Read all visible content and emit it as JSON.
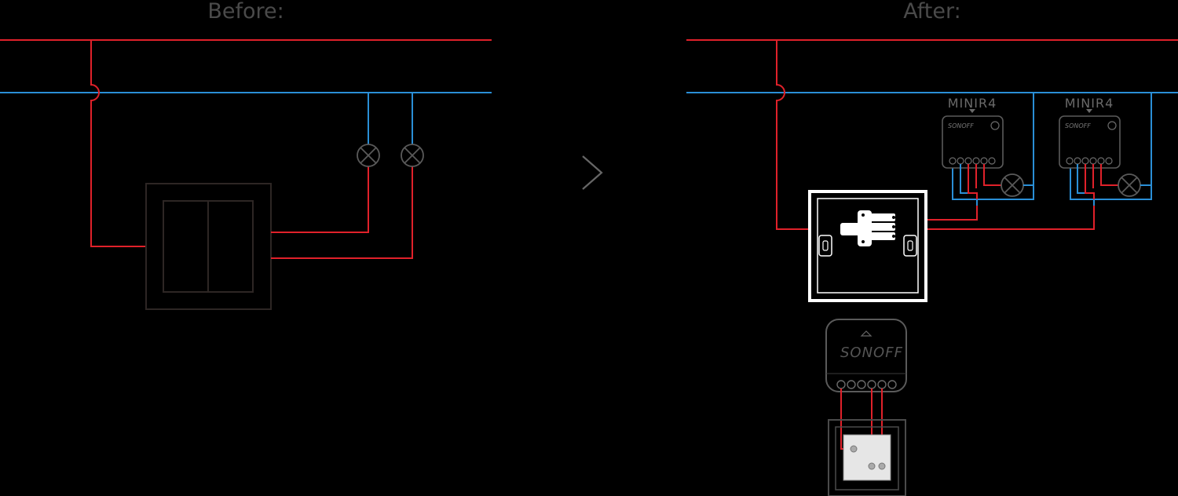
{
  "before": {
    "heading": "Before:"
  },
  "after": {
    "heading": "After:",
    "modules": [
      {
        "label": "MINIR4",
        "brand": "SONOFF"
      },
      {
        "label": "MINIR4",
        "brand": "SONOFF"
      }
    ],
    "central_module": {
      "brand": "SONOFF"
    }
  },
  "icons": [
    "arrow-right-icon",
    "lamp-icon",
    "wall-switch-icon",
    "wago-connector-icon",
    "junction-box-icon"
  ],
  "colors": {
    "live": "#e0212a",
    "neutral": "#2a8fd6",
    "background": "#000000",
    "highlight": "#ffffff"
  }
}
